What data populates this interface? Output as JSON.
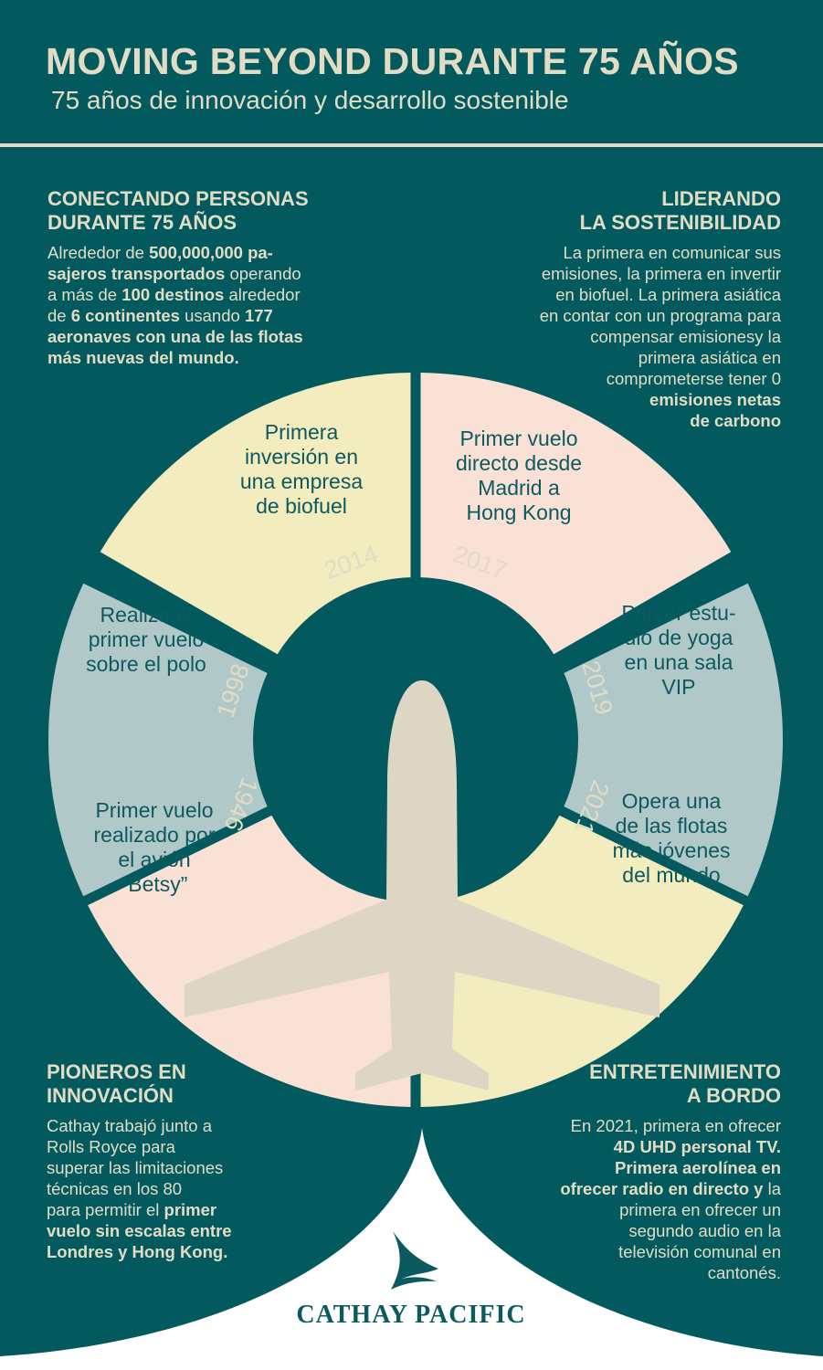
{
  "header": {
    "title": "MOVING BEYOND DURANTE 75 AÑOS",
    "subtitle": "75 años de innovación y desarrollo sostenible"
  },
  "sections": {
    "connecting": {
      "heading": [
        "CONECTANDO PERSONAS",
        "DURANTE 75 AÑOS"
      ],
      "body_html": "Alrededor de <b>500,000,000 pa-<br>sajeros transportados</b> operando<br>a más de <b>100 destinos</b> alrededor<br>de <b>6 continentes</b> usando <b>177<br>aeronaves con una de las flotas<br>más nuevas del mundo.</b>"
    },
    "sustainability": {
      "heading": [
        "LIDERANDO",
        "LA SOSTENIBILIDAD"
      ],
      "body_html": "La primera en comunicar sus<br>emisiones, la primera en invertir<br>en biofuel. La primera asiática<br>en contar con un programa para<br>compensar emisionesy la<br>primera asiática en<br>comprometerse tener 0<br><b>emisiones netas<br>de carbono</b>"
    },
    "innovation": {
      "heading": [
        "PIONEROS EN",
        "INNOVACIÓN"
      ],
      "body_html": "Cathay trabajó junto a<br>Rolls Royce para<br>superar las limitaciones<br>técnicas en los 80<br>para permitir el <b>primer<br>vuelo sin escalas entre<br>Londres y Hong Kong.</b>"
    },
    "entertainment": {
      "heading": [
        "ENTRETENIMIENTO",
        "A BORDO"
      ],
      "body_html": "En 2021, primera en ofrecer<br><b>4D UHD personal TV.<br>Primera aerolínea en<br>ofrecer radio en directo y</b> la<br>primera en ofrecer un<br>segundo audio en la<br>televisión comunal en<br>cantonés."
    }
  },
  "milestones": [
    {
      "year": "1946",
      "text": [
        "Primer vuelo",
        "realizado por",
        "el avión",
        "“Betsy”"
      ],
      "color": "#f9e1d6"
    },
    {
      "year": "1998",
      "text": [
        "Realiza el",
        "primer vuelo",
        "sobre el polo"
      ],
      "color": "#b1c8c9"
    },
    {
      "year": "2014",
      "text": [
        "Primera",
        "inversión en",
        "una empresa",
        "de biofuel"
      ],
      "color": "#f2ecbe"
    },
    {
      "year": "2017",
      "text": [
        "Primer vuelo",
        "directo desde",
        "Madrid a",
        "Hong Kong"
      ],
      "color": "#f9e1d6"
    },
    {
      "year": "2019",
      "text": [
        "Primer estu-",
        "dio de yoga",
        "en una sala",
        "VIP"
      ],
      "color": "#b1c8c9"
    },
    {
      "year": "2021",
      "text": [
        "Opera una",
        "de las flotas",
        "más jóvenes",
        "del mundo"
      ],
      "color": "#f2ecbe"
    }
  ],
  "logo": {
    "name": "CATHAY PACIFIC"
  },
  "colors": {
    "background": "#035a5e",
    "cream": "#e2dcc4",
    "peach": "#f9e1d6",
    "sage": "#b1c8c9",
    "yellow": "#f2ecbe",
    "plane": "#ddd6c4",
    "logo_bg": "#ffffff"
  },
  "icons": {
    "plane": "airplane-icon",
    "logo": "brushwing-logo-icon"
  }
}
